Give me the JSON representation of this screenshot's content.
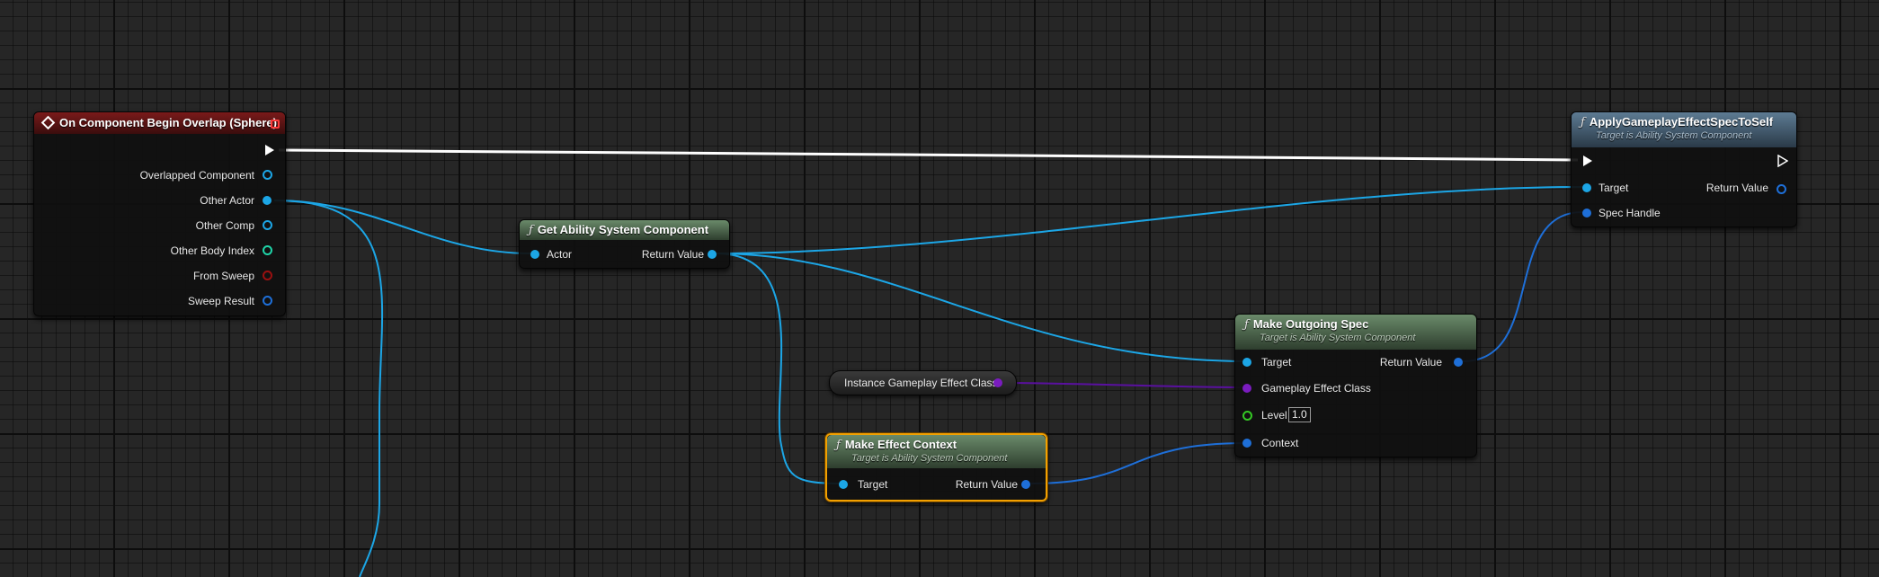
{
  "colors": {
    "object_pin": "#1ca6e6",
    "struct_pin": "#1e6fd8",
    "class_pin": "#7a1cbf",
    "float_pin": "#34c924",
    "bool_pin": "#c41010",
    "exec_pin": "#ffffff"
  },
  "nodes": {
    "overlap": {
      "title": "On Component Begin Overlap (Sphere)",
      "pins": {
        "overlapped_component": "Overlapped Component",
        "other_actor": "Other Actor",
        "other_comp": "Other Comp",
        "other_body_index": "Other Body Index",
        "from_sweep": "From Sweep",
        "sweep_result": "Sweep Result"
      }
    },
    "get_asc": {
      "title": "Get Ability System Component",
      "pins": {
        "actor": "Actor",
        "return_value": "Return Value"
      }
    },
    "apply_spec": {
      "title": "ApplyGameplayEffectSpecToSelf",
      "subtitle": "Target is Ability System Component",
      "pins": {
        "target": "Target",
        "return_value": "Return Value",
        "spec_handle": "Spec Handle"
      }
    },
    "outgoing_spec": {
      "title": "Make Outgoing Spec",
      "subtitle": "Target is Ability System Component",
      "pins": {
        "target": "Target",
        "return_value": "Return Value",
        "effect_class": "Gameplay Effect Class",
        "level": "Level",
        "level_value": "1.0",
        "context": "Context"
      }
    },
    "instance_var": {
      "label": "Instance Gameplay Effect Class"
    },
    "effect_context": {
      "title": "Make Effect Context",
      "subtitle": "Target is Ability System Component",
      "pins": {
        "target": "Target",
        "return_value": "Return Value"
      }
    }
  }
}
